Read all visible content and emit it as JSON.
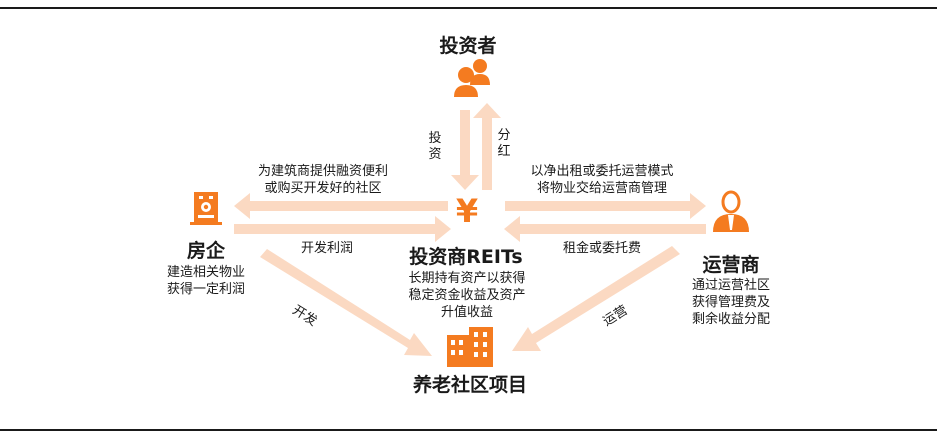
{
  "colors": {
    "accent": "#f47b20",
    "arrow": "#fbd9c2",
    "text": "#1a1a1a",
    "rule": "#1a1a1a"
  },
  "investor": {
    "title": "投资者",
    "icon": "people-icon"
  },
  "reits": {
    "title": "投资商REITs",
    "icon": "yen-icon",
    "desc": [
      "长期持有资产以获得",
      "稳定资金收益及资产",
      "升值收益"
    ]
  },
  "developer": {
    "title": "房企",
    "icon": "building-icon",
    "desc": [
      "建造相关物业",
      "获得一定利润"
    ]
  },
  "operator": {
    "title": "运营商",
    "icon": "manager-icon",
    "desc": [
      "通过运营社区",
      "获得管理费及",
      "剩余收益分配"
    ]
  },
  "project": {
    "title": "养老社区项目",
    "icon": "apartment-icon"
  },
  "labels": {
    "invest": "投资",
    "dividend": "分红",
    "financing": [
      "为建筑商提供融资便利",
      "或购买开发好的社区"
    ],
    "dev_profit": "开发利润",
    "lease_mode": [
      "以净出租或委托运营模式",
      "将物业交给运营商管理"
    ],
    "rent_fee": "租金或委托费",
    "develop": "开发",
    "operate": "运营"
  }
}
